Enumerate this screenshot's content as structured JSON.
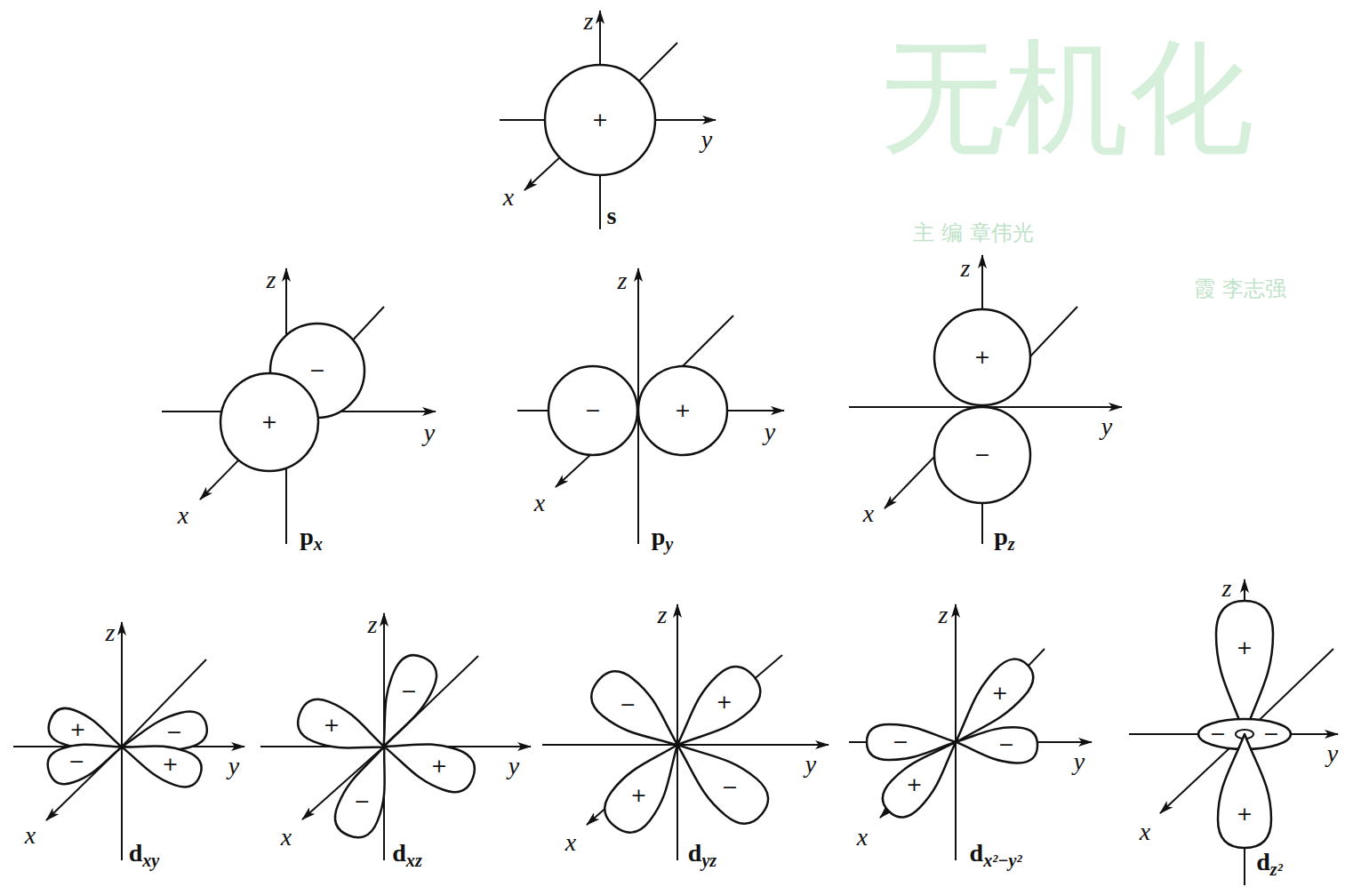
{
  "diagram": {
    "nodes": [
      {
        "text": [
          "+"
        ]
      },
      {
        "text": [
          "−"
        ]
      },
      {
        "text": [
          "+"
        ]
      },
      {
        "text": [
          "−"
        ]
      },
      {
        "text": [
          "+"
        ]
      },
      {
        "text": [
          "+"
        ]
      },
      {
        "text": [
          "−"
        ]
      },
      {
        "text": [
          "+"
        ]
      },
      {
        "text": [
          "−"
        ]
      },
      {
        "text": [
          "−"
        ]
      },
      {
        "text": [
          "+"
        ]
      },
      {
        "text": [
          "−"
        ]
      },
      {
        "text": [
          "+"
        ]
      },
      {
        "text": [
          "+"
        ]
      },
      {
        "text": [
          "−"
        ]
      },
      {
        "text": [
          "−"
        ]
      },
      {
        "text": [
          "+"
        ]
      },
      {
        "text": [
          "+"
        ]
      },
      {
        "text": [
          "−"
        ]
      },
      {
        "text": [
          "+"
        ]
      },
      {
        "text": [
          "−"
        ]
      },
      {
        "text": [
          "−"
        ]
      },
      {
        "text": [
          "+"
        ]
      },
      {
        "text": [
          "+"
        ]
      },
      {
        "text": [
          "−",
          "−"
        ]
      },
      {
        "text": [
          "+"
        ]
      }
    ],
    "labels": [
      "z",
      "y",
      "x",
      "s",
      "z",
      "y",
      "x",
      "px",
      "z",
      "y",
      "x",
      "py",
      "z",
      "y",
      "x",
      "pz",
      "z",
      "y",
      "x",
      "dxy",
      "z",
      "y",
      "x",
      "dxz",
      "z",
      "y",
      "x",
      "dyz",
      "z",
      "y",
      "x",
      "dx²−y²",
      "z",
      "y",
      "x",
      "dz²",
      "无机化",
      "主 编 章伟光",
      "霞 李志强"
    ]
  }
}
